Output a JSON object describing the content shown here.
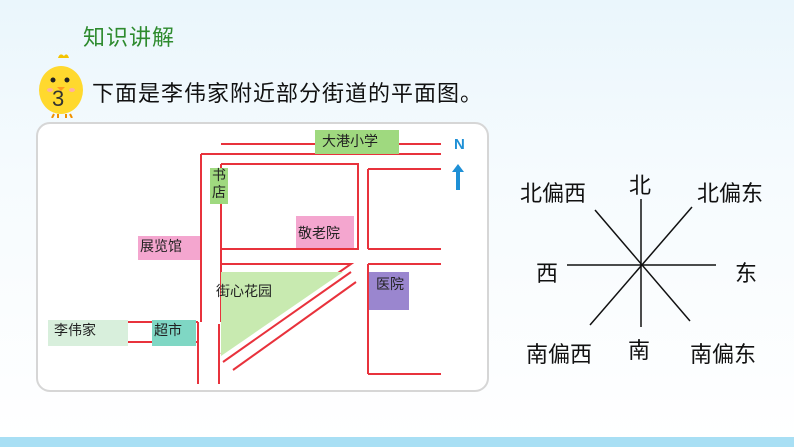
{
  "header": {
    "section_title": "知识讲解"
  },
  "question": {
    "number": "3",
    "text": "下面是李伟家附近部分街道的平面图。"
  },
  "map": {
    "north_label": "N",
    "places": {
      "school": "大港小学",
      "bookstore": "书\n店",
      "nursing_home": "敬老院",
      "exhibition_hall": "展览馆",
      "garden": "街心花园",
      "hospital": "医院",
      "home": "李伟家",
      "supermarket": "超市"
    }
  },
  "compass": {
    "north": "北",
    "south": "南",
    "east": "东",
    "west": "西",
    "northwest": "北偏西",
    "northeast": "北偏东",
    "southwest": "南偏西",
    "southeast": "南偏东"
  },
  "colors": {
    "road": "#e8323c",
    "green_box": "#9fd97f",
    "pink_box": "#f4a6cf",
    "purple_box": "#9a86cf",
    "teal_box": "#7fd7c4",
    "accent_blue": "#1e90d6"
  }
}
